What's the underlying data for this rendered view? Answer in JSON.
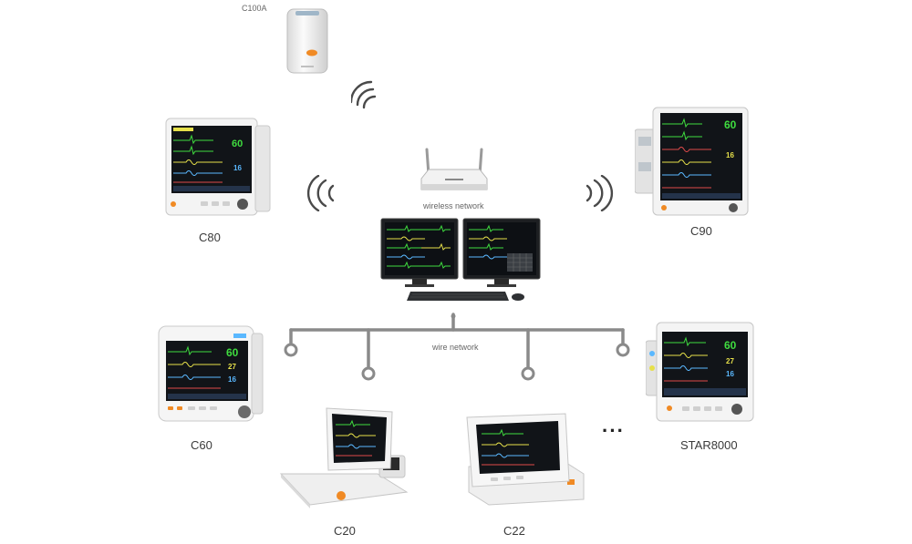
{
  "devices": {
    "c100a": {
      "label": "C100A"
    },
    "c80": {
      "label": "C80"
    },
    "c90": {
      "label": "C90"
    },
    "c60": {
      "label": "C60"
    },
    "c20": {
      "label": "C20"
    },
    "c22": {
      "label": "C22"
    },
    "star8000": {
      "label": "STAR8000"
    }
  },
  "network": {
    "wireless_label": "wireless network",
    "wire_label": "wire network",
    "more_indicator": "···"
  },
  "screen_values": {
    "c80": [
      "60",
      "16"
    ],
    "c90": [
      "60",
      "16"
    ],
    "c60": [
      "60",
      "27",
      "16"
    ],
    "star8000": [
      "60",
      "27",
      "16"
    ]
  },
  "colors": {
    "line": "#8a8a8a",
    "screen": "#111418",
    "hr": "#3fdc3f",
    "spo2": "#e6e04a",
    "resp": "#5ab8ff",
    "accent": "#f08a24"
  }
}
